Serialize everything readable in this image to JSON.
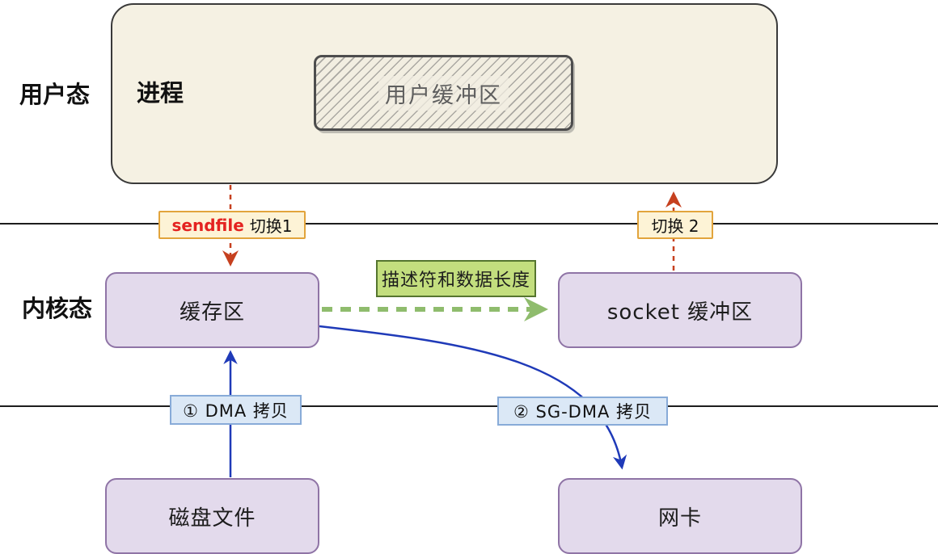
{
  "layers": {
    "user_mode_label": "用户态",
    "kernel_mode_label": "内核态"
  },
  "process": {
    "title": "进程",
    "user_buffer_label": "用户缓冲区"
  },
  "switches": {
    "switch1_keyword": "sendfile",
    "switch1_text": "切换1",
    "switch2_text": "切换 2"
  },
  "kernel": {
    "buffer_label": "缓存区",
    "socket_buffer_label": "socket 缓冲区",
    "descriptor_label": "描述符和数据长度"
  },
  "copies": {
    "dma_copy_label": "① DMA 拷贝",
    "sg_dma_copy_label": "② SG-DMA 拷贝"
  },
  "devices": {
    "disk_file_label": "磁盘文件",
    "nic_label": "网卡"
  },
  "colors": {
    "process_fill": "#f5f1e3",
    "process_border": "#3a3a3a",
    "purple_fill": "#e3daec",
    "purple_border": "#8f74a6",
    "green_fill": "#c3de7e",
    "green_border": "#55752f",
    "tag_fill": "#fdf3d6",
    "tag_border": "#e2a43c",
    "blue_tag_fill": "#dbe8f6",
    "blue_tag_border": "#88abd8",
    "red_arrow": "#c6401f",
    "green_arrow": "#8fbc6d",
    "blue_arrow": "#1f3ab8",
    "separator_line": "#1d1d1d",
    "sendfile_red": "#e42320"
  }
}
